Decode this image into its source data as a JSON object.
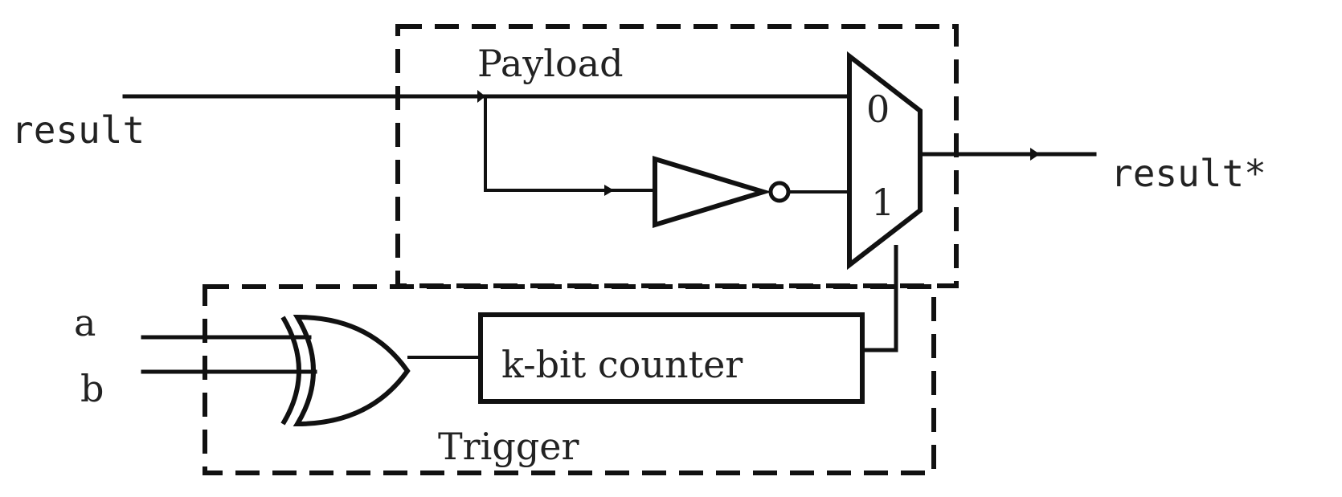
{
  "labels": {
    "input": "result",
    "output": "result*",
    "payload": "Payload",
    "trigger": "Trigger",
    "input_a": "a",
    "input_b": "b",
    "counter": "k-bit counter",
    "mux_in0": "0",
    "mux_in1": "1"
  }
}
